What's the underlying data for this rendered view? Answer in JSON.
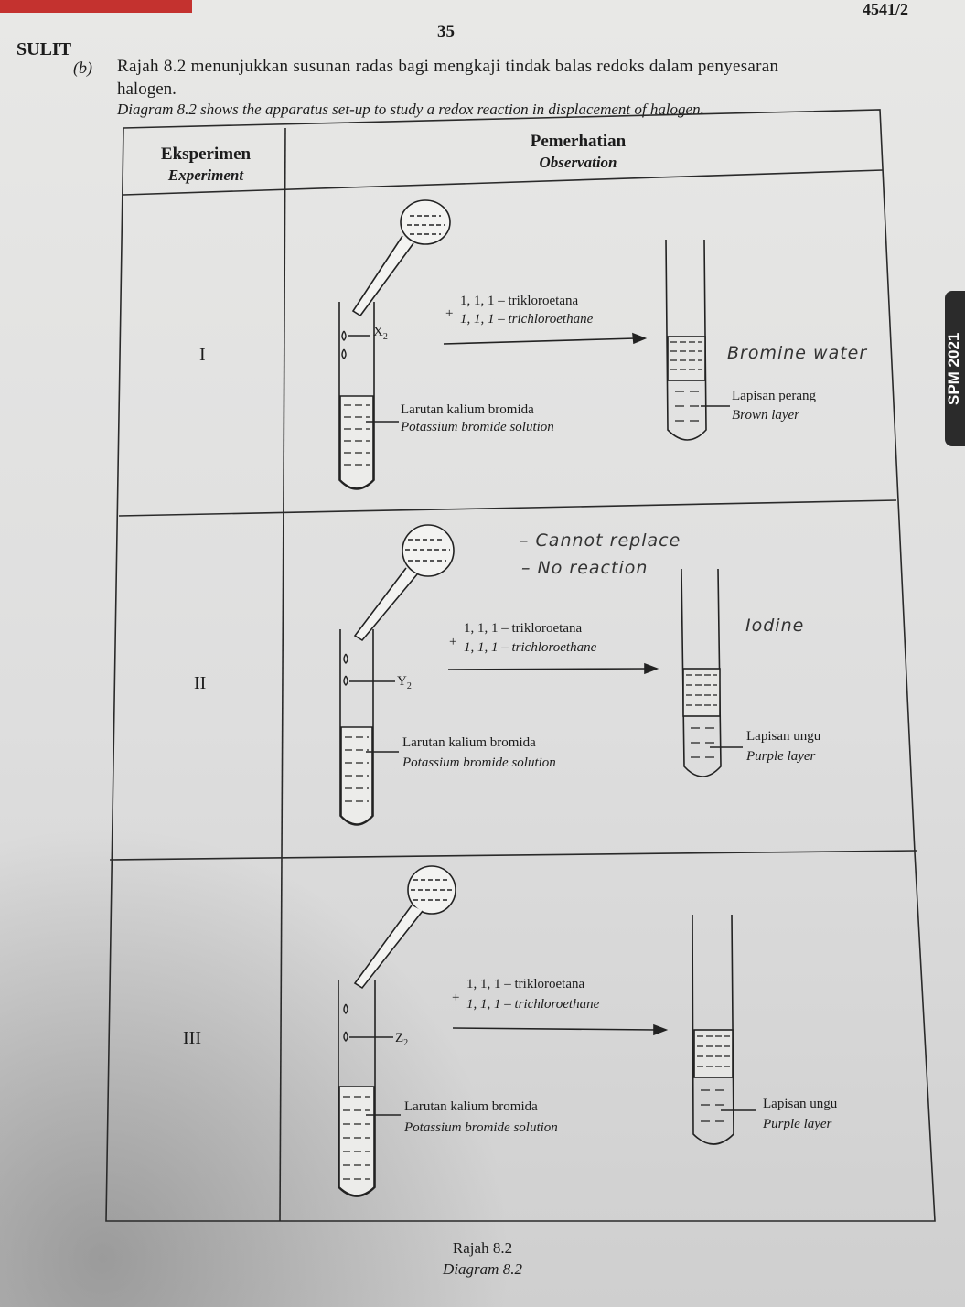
{
  "header": {
    "code": "4541/2",
    "page_number": "35",
    "classification": "SULIT"
  },
  "side_tag": "SPM 2021",
  "question": {
    "label": "(b)",
    "text_ms_line1": "Rajah 8.2 menunjukkan susunan radas bagi mengkaji tindak balas redoks dalam penyesaran",
    "text_ms_line2": "halogen.",
    "text_en": "Diagram 8.2 shows the apparatus set-up to study a redox reaction in displacement of halogen."
  },
  "table": {
    "col1_ms": "Eksperimen",
    "col1_en": "Experiment",
    "col2_ms": "Pemerhatian",
    "col2_en": "Observation",
    "rows": [
      {
        "roman": "I",
        "halogen": "X",
        "halogen_sub": "2",
        "solvent_ms": "1, 1, 1 – trikloroetana",
        "solvent_en": "1, 1, 1 – trichloroethane",
        "solution_ms": "Larutan kalium bromida",
        "solution_en": "Potassium bromide solution",
        "layer_ms": "Lapisan perang",
        "layer_en": "Brown layer",
        "handwritten": [
          "Bromine water"
        ]
      },
      {
        "roman": "II",
        "halogen": "Y",
        "halogen_sub": "2",
        "solvent_ms": "1, 1, 1 – trikloroetana",
        "solvent_en": "1, 1, 1 – trichloroethane",
        "solution_ms": "Larutan kalium bromida",
        "solution_en": "Potassium bromide solution",
        "layer_ms": "Lapisan ungu",
        "layer_en": "Purple layer",
        "handwritten": [
          "– Cannot replace",
          "– No reaction",
          "Iodine"
        ]
      },
      {
        "roman": "III",
        "halogen": "Z",
        "halogen_sub": "2",
        "solvent_ms": "1, 1, 1 – trikloroetana",
        "solvent_en": "1, 1, 1 – trichloroethane",
        "solution_ms": "Larutan kalium bromida",
        "solution_en": "Potassium bromide solution",
        "layer_ms": "Lapisan ungu",
        "layer_en": "Purple layer",
        "handwritten": []
      }
    ]
  },
  "caption": {
    "ms": "Rajah 8.2",
    "en": "Diagram 8.2"
  }
}
